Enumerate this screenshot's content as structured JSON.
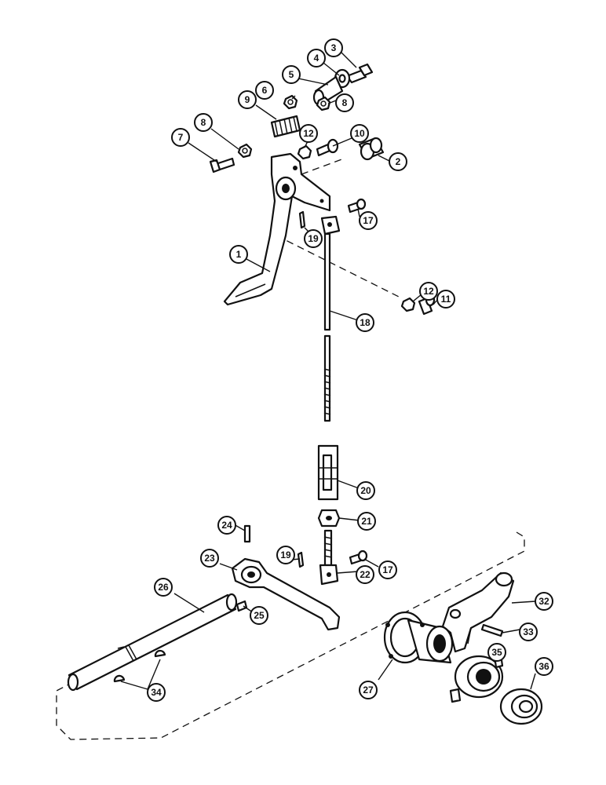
{
  "callouts": [
    {
      "id": "c1",
      "label": "1"
    },
    {
      "id": "c2",
      "label": "2"
    },
    {
      "id": "c3",
      "label": "3"
    },
    {
      "id": "c4",
      "label": "4"
    },
    {
      "id": "c5",
      "label": "5"
    },
    {
      "id": "c6",
      "label": "6"
    },
    {
      "id": "c7",
      "label": "7"
    },
    {
      "id": "c8a",
      "label": "8"
    },
    {
      "id": "c8b",
      "label": "8"
    },
    {
      "id": "c9",
      "label": "9"
    },
    {
      "id": "c10",
      "label": "10"
    },
    {
      "id": "c11",
      "label": "11"
    },
    {
      "id": "c12a",
      "label": "12"
    },
    {
      "id": "c12b",
      "label": "12"
    },
    {
      "id": "c17a",
      "label": "17"
    },
    {
      "id": "c17b",
      "label": "17"
    },
    {
      "id": "c18",
      "label": "18"
    },
    {
      "id": "c19a",
      "label": "19"
    },
    {
      "id": "c19b",
      "label": "19"
    },
    {
      "id": "c20",
      "label": "20"
    },
    {
      "id": "c21",
      "label": "21"
    },
    {
      "id": "c22",
      "label": "22"
    },
    {
      "id": "c23",
      "label": "23"
    },
    {
      "id": "c24",
      "label": "24"
    },
    {
      "id": "c25",
      "label": "25"
    },
    {
      "id": "c26",
      "label": "26"
    },
    {
      "id": "c27",
      "label": "27"
    },
    {
      "id": "c32",
      "label": "32"
    },
    {
      "id": "c33",
      "label": "33"
    },
    {
      "id": "c34",
      "label": "34"
    },
    {
      "id": "c35",
      "label": "35"
    },
    {
      "id": "c36",
      "label": "36"
    }
  ]
}
